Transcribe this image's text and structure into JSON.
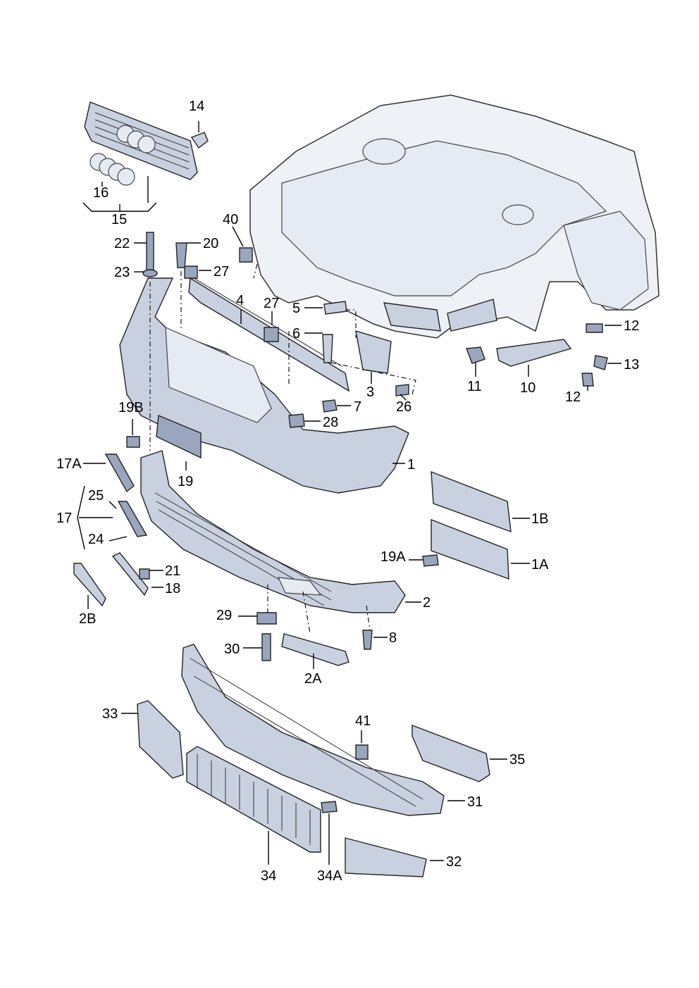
{
  "diagram": {
    "labels": {
      "l1": "1",
      "l1A": "1A",
      "l1B": "1B",
      "l2": "2",
      "l2A": "2A",
      "l2B": "2B",
      "l3": "3",
      "l4": "4",
      "l5": "5",
      "l6": "6",
      "l7": "7",
      "l8": "8",
      "l10": "10",
      "l11": "11",
      "l12a": "12",
      "l12b": "12",
      "l13": "13",
      "l14": "14",
      "l15": "15",
      "l16": "16",
      "l17": "17",
      "l17A": "17A",
      "l18": "18",
      "l19": "19",
      "l19A": "19A",
      "l19B": "19B",
      "l20": "20",
      "l21": "21",
      "l22": "22",
      "l23": "23",
      "l24": "24",
      "l25": "25",
      "l26": "26",
      "l27a": "27",
      "l27b": "27",
      "l28": "28",
      "l29": "29",
      "l30": "30",
      "l31": "31",
      "l32": "32",
      "l33": "33",
      "l34": "34",
      "l34A": "34A",
      "l35": "35",
      "l40": "40",
      "l41": "41"
    }
  }
}
